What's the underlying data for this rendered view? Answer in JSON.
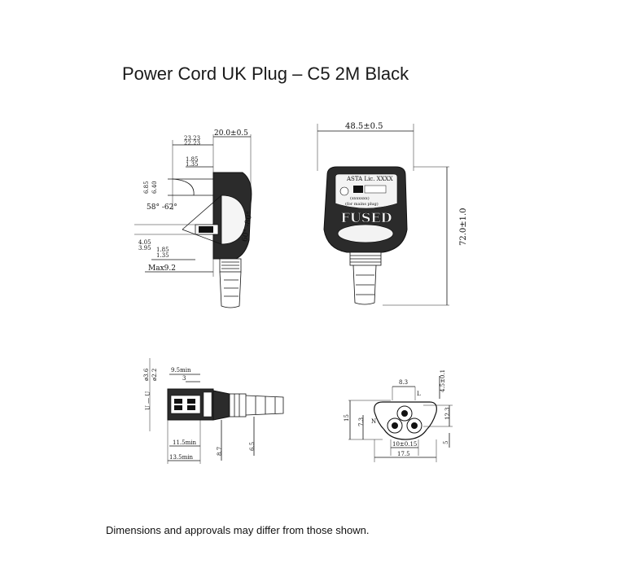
{
  "title": "Power Cord UK Plug – C5 2M Black",
  "footnote": "Dimensions and approvals may differ from those shown.",
  "side_view": {
    "dim_top_pair": [
      "23.23",
      "22.23"
    ],
    "dim_top_width": "20.0±0.5",
    "dim_pin_pair_upper": [
      "1.85",
      "1.35"
    ],
    "dim_pin_height": [
      "6.85",
      "6.40"
    ],
    "dim_angle_left": "58°  -62°",
    "dim_angle_right": "60°  -80°",
    "dim_pin_pair_lower_v": [
      "4.05",
      "3.95"
    ],
    "dim_pin_pair_lower_h": [
      "1.85",
      "1.35"
    ],
    "dim_max": "Max9.2"
  },
  "front_view": {
    "dim_width": "48.5±0.5",
    "dim_height": "72.0±1.0",
    "label_fused": "FUSED",
    "label_lic": "ASTA Lic. XXXX",
    "label_ratings": "(xxxxxxx)",
    "label_note": "(for mains plug)"
  },
  "connector_side": {
    "dim_d36": "ø3.6",
    "dim_d22": "ø2.2",
    "dim_95": "9.5min",
    "dim_3": "3",
    "dim_115": "11.5min",
    "dim_135": "13.5min",
    "dim_87": "8.7",
    "dim_65": "6.5",
    "label_uu": "U — U"
  },
  "connector_face": {
    "dim_83": "8.3",
    "dim_45": "4.5±0.1",
    "dim_15": "15",
    "dim_73": "7.3",
    "dim_123": "12.3",
    "dim_5": "5",
    "dim_10": "10±0.15",
    "dim_175": "17.5",
    "label_n": "N",
    "label_l": "L"
  }
}
